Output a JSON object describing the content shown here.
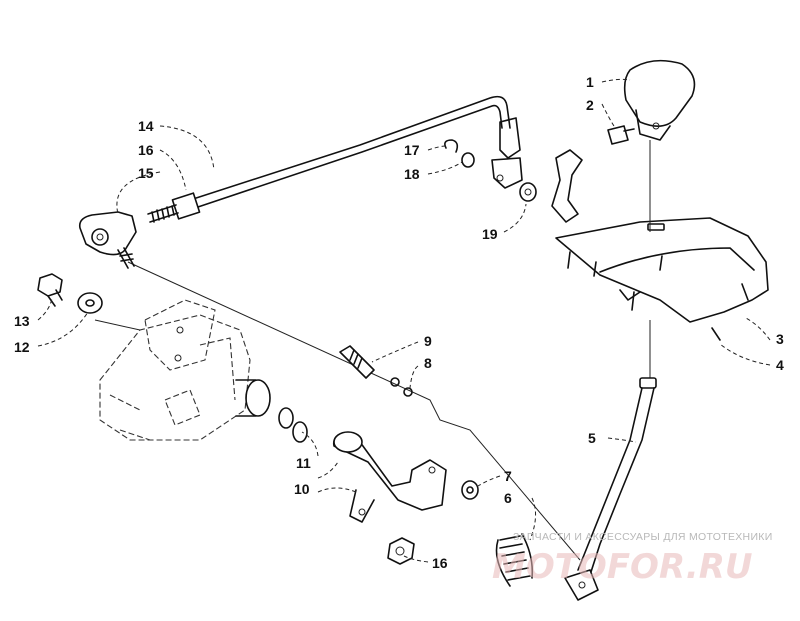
{
  "diagram": {
    "callouts": [
      {
        "id": "p1",
        "label": "1"
      },
      {
        "id": "p2",
        "label": "2"
      },
      {
        "id": "p3",
        "label": "3"
      },
      {
        "id": "p4",
        "label": "4"
      },
      {
        "id": "p5",
        "label": "5"
      },
      {
        "id": "p6",
        "label": "6"
      },
      {
        "id": "p7",
        "label": "7"
      },
      {
        "id": "p8",
        "label": "8"
      },
      {
        "id": "p9",
        "label": "9"
      },
      {
        "id": "p10",
        "label": "10"
      },
      {
        "id": "p11",
        "label": "11"
      },
      {
        "id": "p12",
        "label": "12"
      },
      {
        "id": "p13",
        "label": "13"
      },
      {
        "id": "p14",
        "label": "14"
      },
      {
        "id": "p15",
        "label": "15"
      },
      {
        "id": "p16a",
        "label": "16"
      },
      {
        "id": "p16b",
        "label": "16"
      },
      {
        "id": "p17",
        "label": "17"
      },
      {
        "id": "p18",
        "label": "18"
      },
      {
        "id": "p19",
        "label": "19"
      }
    ]
  },
  "watermark": {
    "tagline": "ЗАПЧАСТИ И АКСЕССУАРЫ ДЛЯ МОТОТЕХНИКИ",
    "logo": "MOTOFOR.RU",
    "color": "#d64545"
  }
}
